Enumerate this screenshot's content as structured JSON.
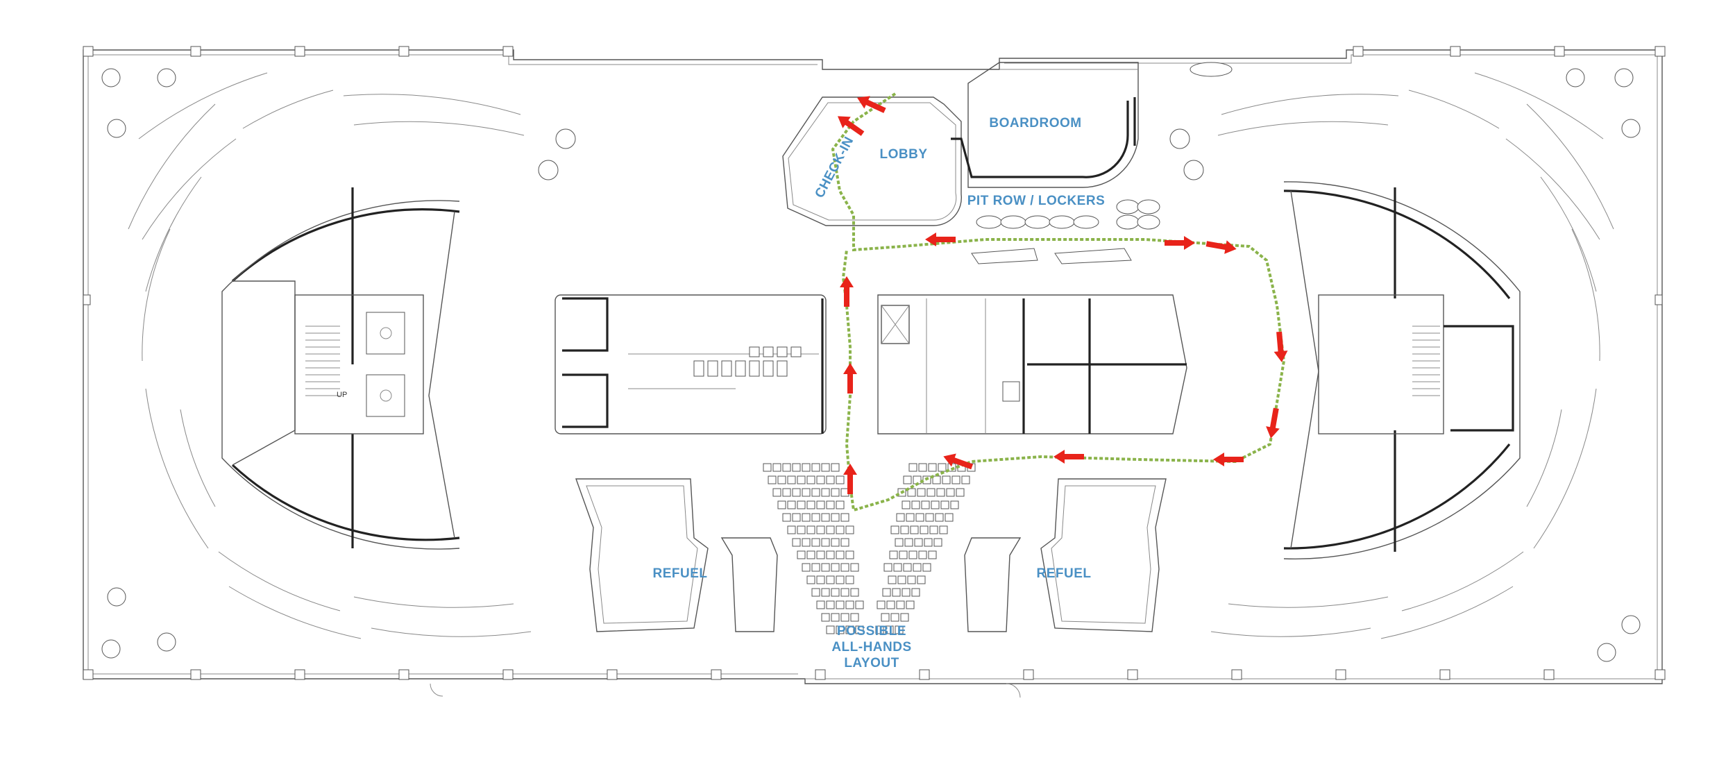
{
  "rooms": {
    "lobby": "LOBBY",
    "check_in": "CHECK-IN",
    "boardroom": "BOARDROOM",
    "pit_row": "PIT ROW / LOCKERS",
    "refuel_left": "REFUEL",
    "refuel_right": "REFUEL",
    "all_hands_1": "POSSIBLE",
    "all_hands_2": "ALL-HANDS",
    "all_hands_3": "LAYOUT"
  },
  "annotations": {
    "stair_up": "UP"
  },
  "colors": {
    "label": "#4a90c4",
    "route_arrows": "#e8231a",
    "route_path": "#8ab34a",
    "walls": "#555555"
  }
}
